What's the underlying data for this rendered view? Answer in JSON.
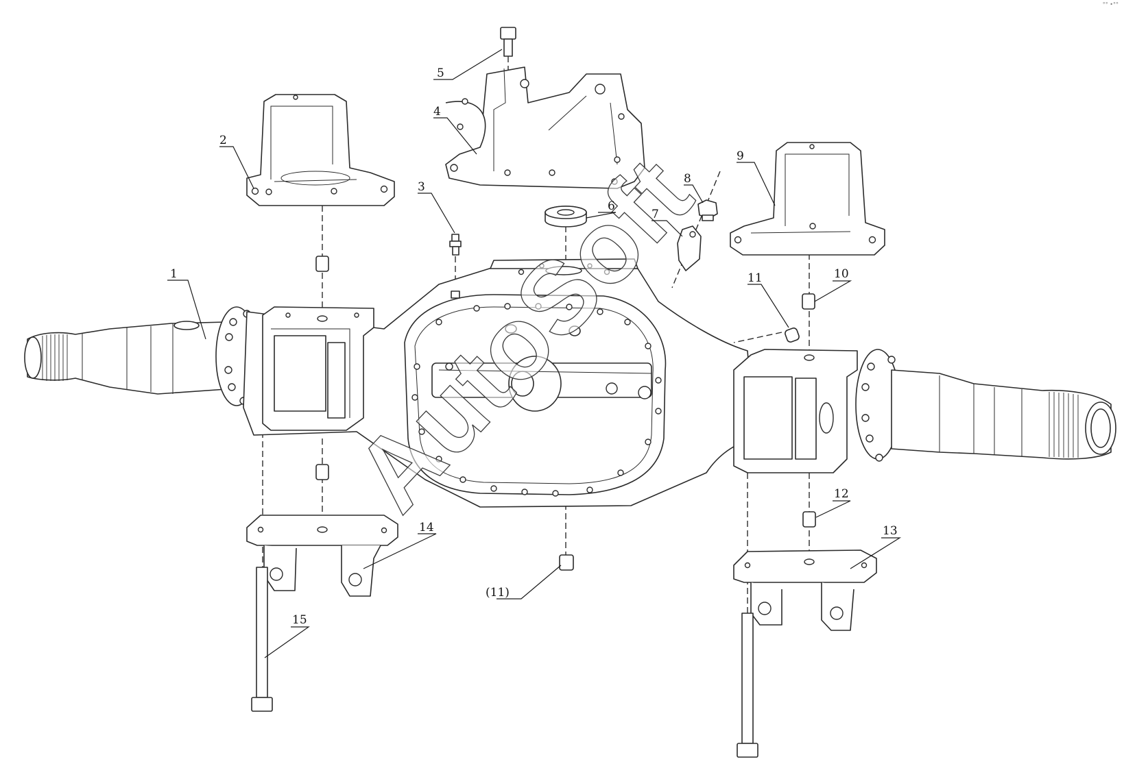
{
  "watermark": "AutoSoft",
  "callouts": [
    {
      "id": "1",
      "label": "1"
    },
    {
      "id": "2",
      "label": "2"
    },
    {
      "id": "3",
      "label": "3"
    },
    {
      "id": "4",
      "label": "4"
    },
    {
      "id": "5",
      "label": "5"
    },
    {
      "id": "6",
      "label": "6"
    },
    {
      "id": "7",
      "label": "7"
    },
    {
      "id": "8",
      "label": "8"
    },
    {
      "id": "9",
      "label": "9"
    },
    {
      "id": "10",
      "label": "10"
    },
    {
      "id": "11",
      "label": "11"
    },
    {
      "id": "11b",
      "label": "(11)"
    },
    {
      "id": "12",
      "label": "12"
    },
    {
      "id": "13",
      "label": "13"
    },
    {
      "id": "14",
      "label": "14"
    },
    {
      "id": "15",
      "label": "15"
    }
  ]
}
